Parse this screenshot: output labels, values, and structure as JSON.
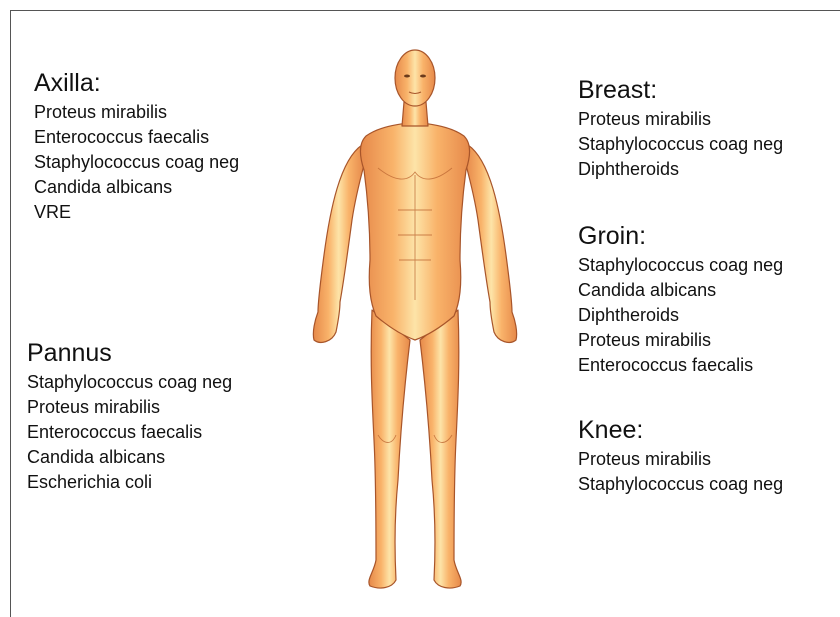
{
  "regions": {
    "axilla": {
      "title": "Axilla:",
      "organisms": [
        "Proteus mirabilis",
        "Enterococcus faecalis",
        "Staphylococcus coag neg",
        "Candida albicans",
        "VRE"
      ]
    },
    "pannus": {
      "title": "Pannus",
      "organisms": [
        "Staphylococcus coag neg",
        "Proteus mirabilis",
        "Enterococcus faecalis",
        "Candida albicans",
        "Escherichia coli"
      ]
    },
    "breast": {
      "title": "Breast:",
      "organisms": [
        "Proteus mirabilis",
        "Staphylococcus coag neg",
        "Diphtheroids"
      ]
    },
    "groin": {
      "title": "Groin:",
      "organisms": [
        "Staphylococcus coag neg",
        "Candida albicans",
        "Diphtheroids",
        "Proteus mirabilis",
        "Enterococcus faecalis"
      ]
    },
    "knee": {
      "title": "Knee:",
      "organisms": [
        "Proteus mirabilis",
        "Staphylococcus coag neg"
      ]
    }
  },
  "colors": {
    "skin_light": "#fde4a8",
    "skin_mid": "#f9b36a",
    "skin_dark": "#e6894a",
    "outline": "#a8552a"
  }
}
